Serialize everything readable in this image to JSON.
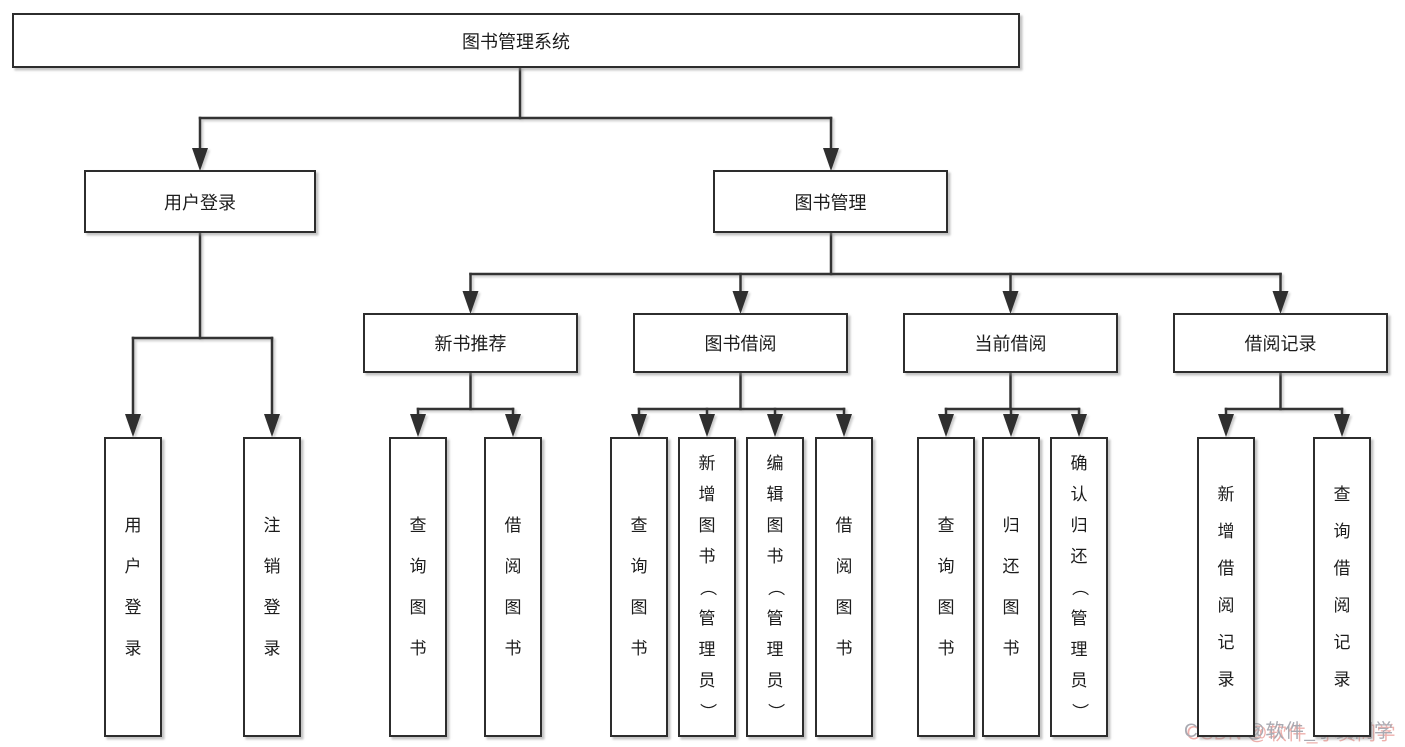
{
  "tree": {
    "root": {
      "label": "图书管理系统",
      "children": [
        {
          "label": "用户登录",
          "children": [
            {
              "label": "用户登录"
            },
            {
              "label": "注销登录"
            }
          ]
        },
        {
          "label": "图书管理",
          "children": [
            {
              "label": "新书推荐",
              "children": [
                {
                  "label": "查询图书"
                },
                {
                  "label": "借阅图书"
                }
              ]
            },
            {
              "label": "图书借阅",
              "children": [
                {
                  "label": "查询图书"
                },
                {
                  "label": "新增图书（管理员）"
                },
                {
                  "label": "编辑图书（管理员）"
                },
                {
                  "label": "借阅图书"
                }
              ]
            },
            {
              "label": "当前借阅",
              "children": [
                {
                  "label": "查询图书"
                },
                {
                  "label": "归还图书"
                },
                {
                  "label": "确认归还（管理员）"
                }
              ]
            },
            {
              "label": "借阅记录",
              "children": [
                {
                  "label": "新增借阅记录"
                },
                {
                  "label": "查询借阅记录"
                }
              ]
            }
          ]
        }
      ]
    }
  },
  "watermark": {
    "text": "CSDN @软件_小贺同学"
  },
  "colors": {
    "line": "#333333",
    "box_border": "#2d2d2d",
    "text": "#1c1c1c",
    "watermark_text": "#a9aab2",
    "watermark_shadow": "#eeb0ac"
  }
}
